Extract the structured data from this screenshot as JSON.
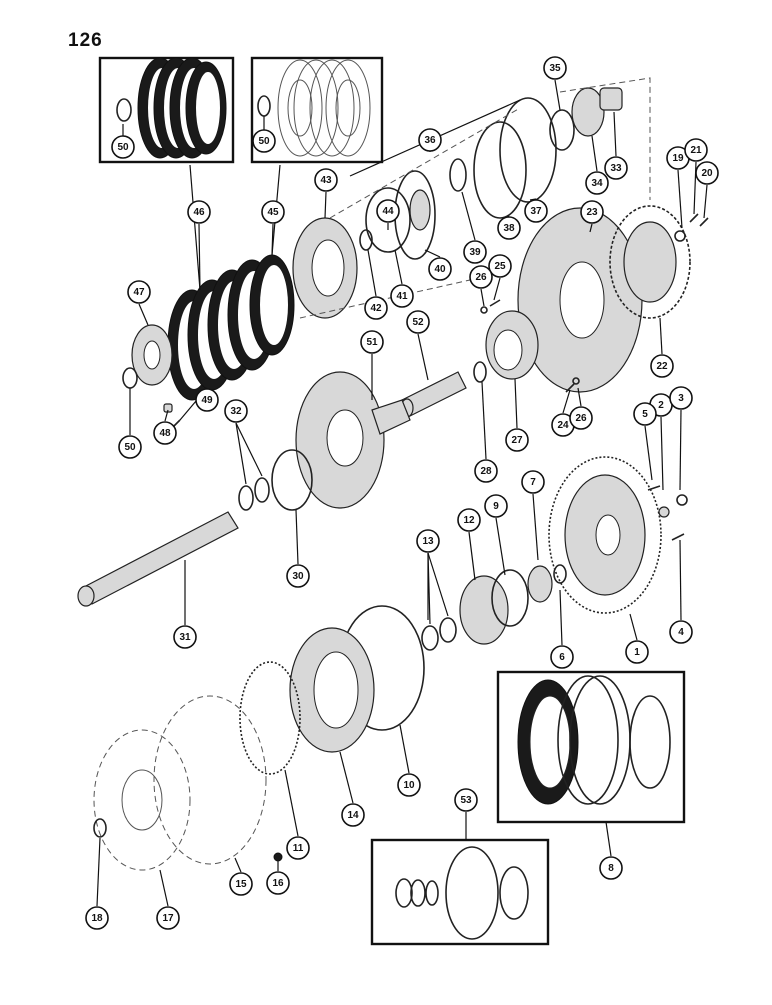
{
  "page_number": "126",
  "callouts": [
    "1",
    "2",
    "3",
    "4",
    "5",
    "6",
    "7",
    "8",
    "9",
    "10",
    "11",
    "12",
    "13",
    "14",
    "15",
    "16",
    "17",
    "18",
    "19",
    "20",
    "21",
    "22",
    "23",
    "24",
    "25",
    "26",
    "27",
    "28",
    "30",
    "31",
    "32",
    "33",
    "34",
    "35",
    "36",
    "37",
    "38",
    "39",
    "40",
    "41",
    "42",
    "43",
    "44",
    "45",
    "46",
    "47",
    "48",
    "49",
    "50",
    "51",
    "52",
    "53"
  ],
  "inset_callouts": {
    "inset_46": "50",
    "inset_45": "50"
  },
  "extra_callouts": {
    "second_26": "26"
  }
}
